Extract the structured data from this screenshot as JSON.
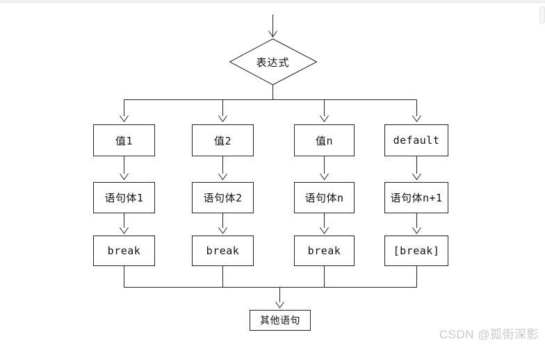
{
  "diagram": {
    "decision": {
      "label": "表达式"
    },
    "columns": [
      {
        "value": "值1",
        "body": "语句体1",
        "terminator": "break"
      },
      {
        "value": "值2",
        "body": "语句体2",
        "terminator": "break"
      },
      {
        "value": "值n",
        "body": "语句体n",
        "terminator": "break"
      },
      {
        "value": "default",
        "body": "语句体n+1",
        "terminator": "[break]"
      }
    ],
    "end": {
      "label": "其他语句"
    }
  },
  "watermark": {
    "text": "CSDN @孤街深影"
  },
  "colors": {
    "line": "#222222",
    "node_border": "#222222",
    "watermark": "#c9c9c9",
    "background": "#ffffff",
    "top_strip": "#f2f2f2"
  }
}
